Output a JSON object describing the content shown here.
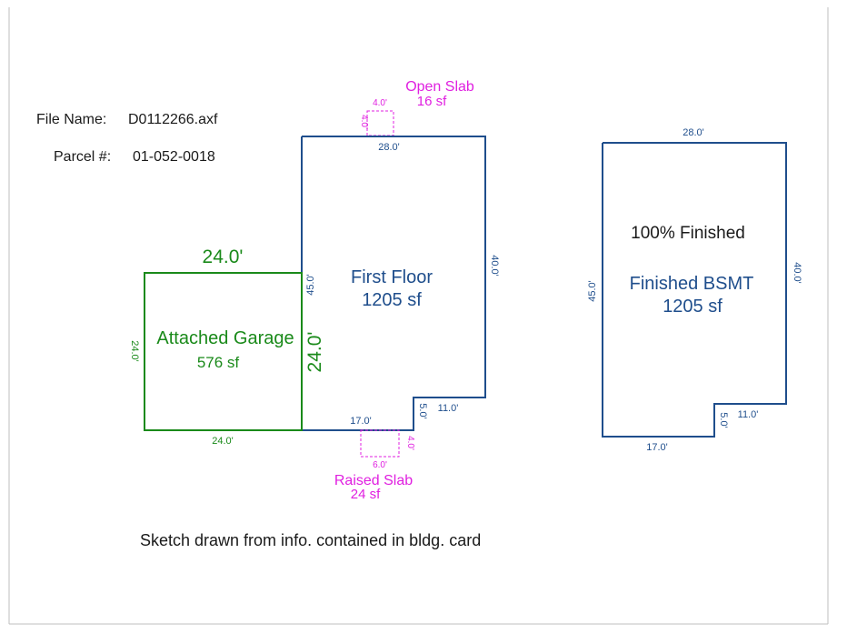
{
  "colors": {
    "house": "#1f4e8c",
    "garage": "#1a8a1a",
    "slab": "#e020e0",
    "text": "#1a1a1a",
    "frame": "#bfbfbf"
  },
  "header": {
    "file_name_label": "File Name:",
    "file_name_value": "D0112266.axf",
    "parcel_label": "Parcel #:",
    "parcel_value": "01-052-0018"
  },
  "open_slab": {
    "label": "Open Slab",
    "area": "16 sf",
    "dim_top": "4.0'",
    "dim_side": "4.0'"
  },
  "first_floor": {
    "label": "First Floor",
    "area": "1205 sf",
    "dim_top": "28.0'",
    "dim_right": "40.0'",
    "dim_left": "45.0'",
    "dim_bottom": "17.0'",
    "dim_step_vertical": "5.0'",
    "dim_step_horizontal": "11.0'"
  },
  "garage": {
    "label": "Attached Garage",
    "area": "576 sf",
    "dim_top": "24.0'",
    "dim_left": "24.0'",
    "dim_bottom": "24.0'",
    "dim_right": "24.0'"
  },
  "raised_slab": {
    "label": "Raised Slab",
    "area": "24 sf",
    "dim_bottom": "6.0'",
    "dim_side": "4.0'"
  },
  "basement": {
    "note": "100% Finished",
    "label": "Finished BSMT",
    "area": "1205 sf",
    "dim_top": "28.0'",
    "dim_right": "40.0'",
    "dim_left": "45.0'",
    "dim_bottom": "17.0'",
    "dim_step_vertical": "5.0'",
    "dim_step_horizontal": "11.0'"
  },
  "footer_note": "Sketch drawn from info. contained in bldg. card"
}
